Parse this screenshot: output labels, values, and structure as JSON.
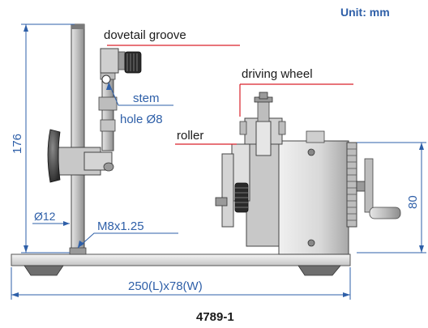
{
  "unit_label": "Unit: mm",
  "model": "4789-1",
  "labels": {
    "dovetail_groove": "dovetail groove",
    "driving_wheel": "driving wheel",
    "roller": "roller",
    "stem": "stem",
    "hole": "hole Ø8",
    "stem_diameter": "Ø12",
    "thread": "M8x1.25"
  },
  "dimensions": {
    "height": "176",
    "box_height": "80",
    "base": "250(L)x78(W)"
  },
  "colors": {
    "dimension": "#2e5fa8",
    "callout": "#d9202a",
    "text": "#1a1a1a",
    "metal": "#d6d6d6",
    "metal_dark": "#9a9a9a"
  }
}
